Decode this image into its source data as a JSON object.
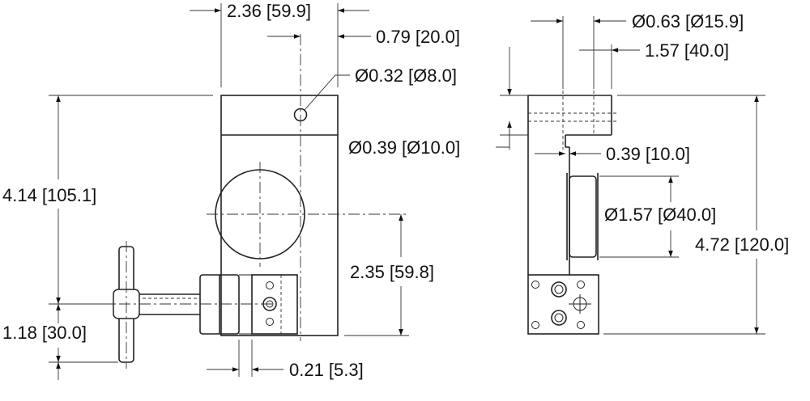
{
  "drawing": {
    "stroke_color": "#222222",
    "background": "#ffffff",
    "dimensions": {
      "width_overall": "2.36 [59.9]",
      "offset_top_hole": "0.79 [20.0]",
      "top_hole_dia": "Ø0.32 [Ø8.0]",
      "height_front": "4.14 [105.1]",
      "bore_height": "2.35 [59.8]",
      "handle_height": "1.18 [30.0]",
      "collar_thickness": "0.21 [5.3]",
      "top_bore_dia": "Ø0.63 [Ø15.9]",
      "top_bore_depth": "1.57 [40.0]",
      "side_hole_dia": "Ø0.39 [Ø10.0]",
      "step_width": "0.39 [10.0]",
      "spool_dia": "Ø1.57 [Ø40.0]",
      "height_side": "4.72 [120.0]"
    }
  }
}
